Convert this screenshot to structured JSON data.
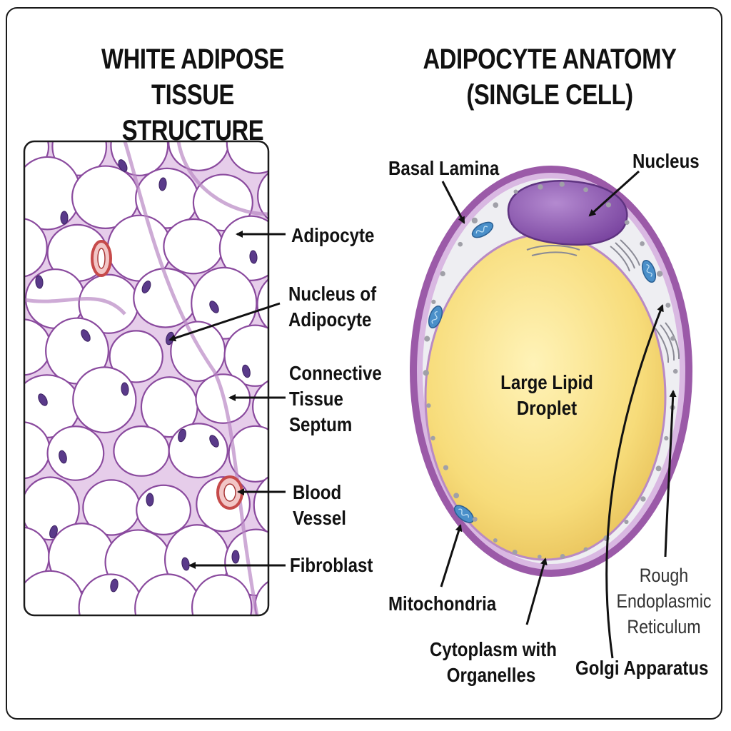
{
  "left_panel": {
    "title": [
      "WHITE ADIPOSE TISSUE",
      "STRUCTURE"
    ],
    "labels": {
      "adipocyte": [
        "Adipocyte"
      ],
      "nucleus_of_adipocyte": [
        "Nucleus of",
        "Adipocyte"
      ],
      "connective_tissue_septum": [
        "Connective",
        "Tissue",
        "Septum"
      ],
      "blood_vessel": [
        "Blood",
        "Vessel"
      ],
      "fibroblast": [
        "Fibroblast"
      ]
    }
  },
  "right_panel": {
    "title": [
      "ADIPOCYTE ANATOMY",
      "(SINGLE CELL)"
    ],
    "labels": {
      "basal_lamina": [
        "Basal Lamina"
      ],
      "nucleus": [
        "Nucleus"
      ],
      "large_lipid_droplet": [
        "Large Lipid",
        "Droplet"
      ],
      "mitochondria": [
        "Mitochondria"
      ],
      "cytoplasm_with_organelles": [
        "Cytoplasm with",
        "Organelles"
      ],
      "rough_endoplasmic_reticulum": [
        "Rough",
        "Endoplasmic",
        "Reticulum"
      ],
      "golgi_apparatus": [
        "Golgi Apparatus"
      ]
    }
  },
  "colors": {
    "tissue_stroke": "#8a4a9e",
    "tissue_fill": "#e6cdea",
    "membrane": "#9b5aa8",
    "lipid": "#f7dc7a",
    "nucleus": "#8d5bb3",
    "mitochondria": "#4a8fc9",
    "vessel": "#c64a4a"
  }
}
